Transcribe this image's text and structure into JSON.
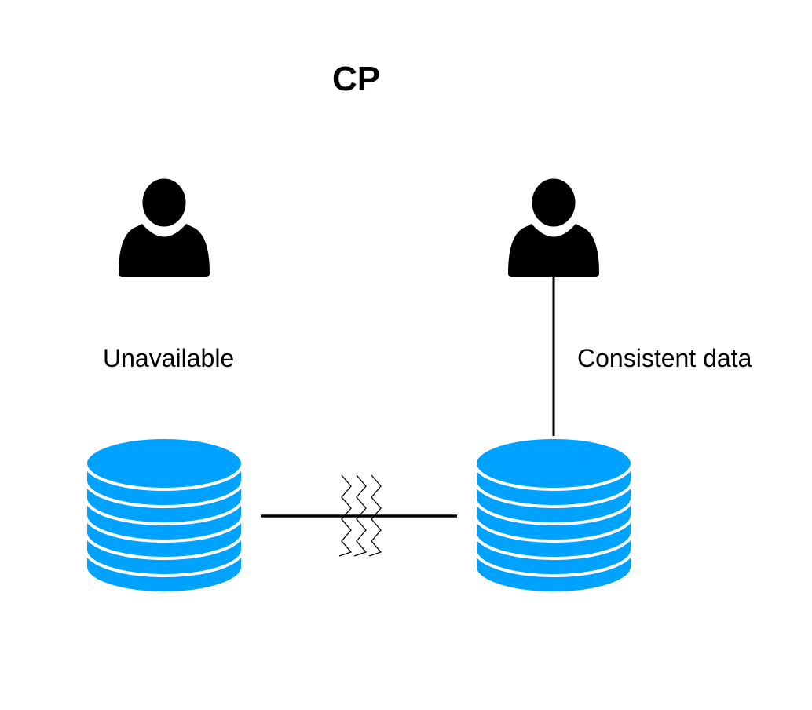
{
  "title": "CP",
  "left_node": {
    "label": "Unavailable"
  },
  "right_node": {
    "label": "Consistent data"
  },
  "colors": {
    "database": "#00a2ff",
    "line": "#000000",
    "person": "#000000"
  },
  "icons": [
    "person-icon",
    "database-icon",
    "network-partition-icon"
  ]
}
